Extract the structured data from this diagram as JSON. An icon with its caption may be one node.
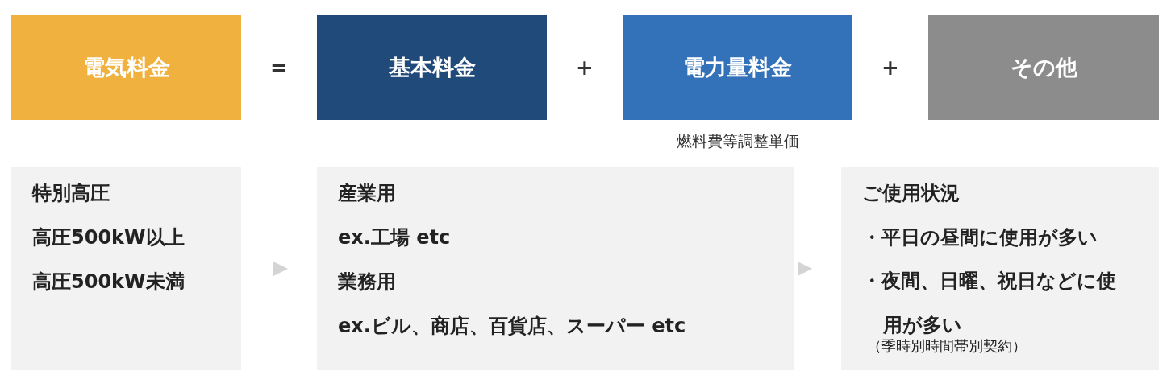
{
  "diagram": {
    "nodes": [
      {
        "text": [
          "電気料金"
        ]
      },
      {
        "text": [
          "基本料金"
        ]
      },
      {
        "text": [
          "電力量料金"
        ],
        "beside": [
          "燃料費等調整単価"
        ]
      },
      {
        "text": [
          "その他"
        ]
      },
      {
        "text": [
          "特別高圧",
          "高圧500kW以上",
          "高圧500kW未満"
        ]
      },
      {
        "text": [
          "産業用",
          "ex.工場 etc",
          "業務用",
          "ex.ビル、商店、百貨店、スーパー etc"
        ]
      },
      {
        "text": [
          "ご使用状況",
          "・平日の昼間に使用が多い",
          "・夜間、日曜、祝日などに使用が多い",
          "（季時別時間帯別契約）"
        ]
      }
    ],
    "edges": [
      {
        "from": 4,
        "to": 5,
        "arrow": "to"
      },
      {
        "from": 5,
        "to": 6,
        "arrow": "to"
      }
    ],
    "labels": [
      "=",
      "+",
      "+"
    ]
  }
}
